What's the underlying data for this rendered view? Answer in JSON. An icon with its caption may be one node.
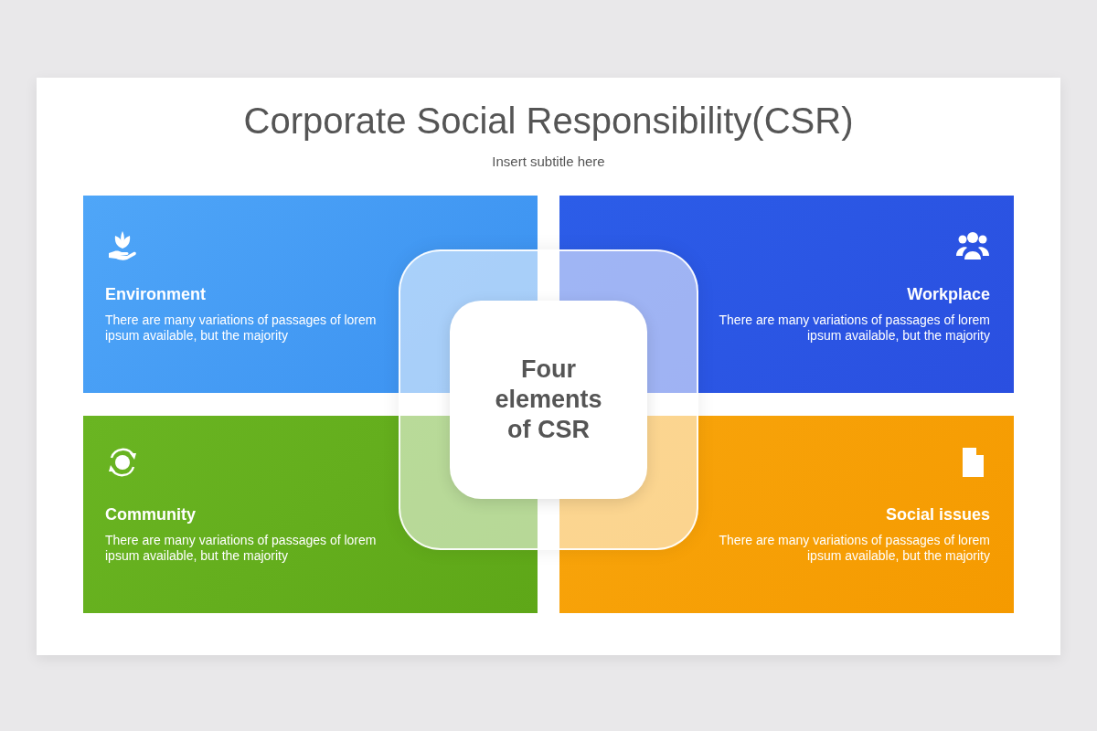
{
  "diagram": {
    "title": "Corporate Social Responsibility(CSR)",
    "caption": "Insert subtitle here",
    "nodes": [
      {
        "text": [
          "Environment",
          "There are many variations of passages of lorem ipsum available, but the majority"
        ]
      },
      {
        "text": [
          "Workplace",
          "There are many variations of passages of lorem ipsum available, but the majority"
        ]
      },
      {
        "text": [
          "Community",
          "There are many variations of passages of lorem ipsum available, but the majority"
        ]
      },
      {
        "text": [
          "Social issues",
          "There are many variations of passages of lorem ipsum available, but the majority"
        ]
      },
      {
        "text": [
          "Four elements of CSR"
        ]
      }
    ],
    "edges": []
  }
}
